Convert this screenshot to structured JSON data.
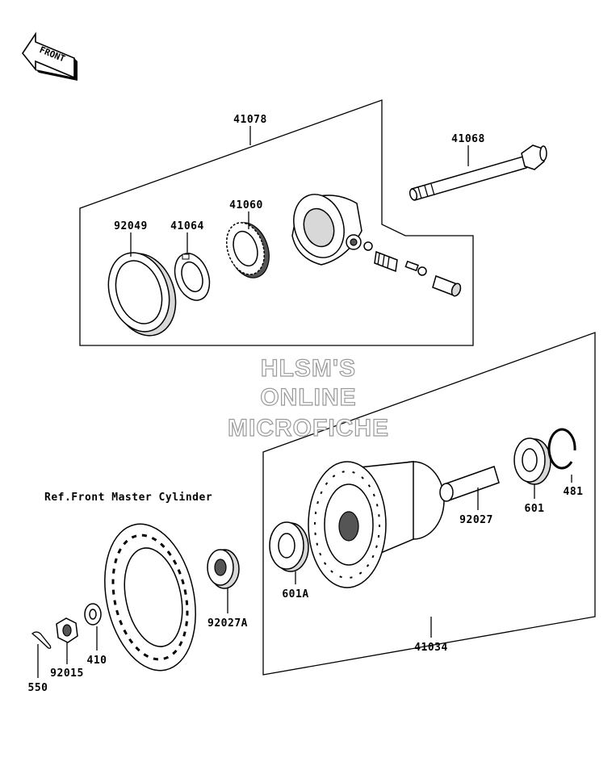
{
  "front_arrow_label": "FRONT",
  "watermark": [
    "HLSM'S",
    "ONLINE",
    "MICROFICHE"
  ],
  "reference_note": "Ref.Front Master Cylinder",
  "callouts": {
    "c41078": "41078",
    "c41068": "41068",
    "c92049": "92049",
    "c41064": "41064",
    "c41060": "41060",
    "c92027": "92027",
    "c601": "601",
    "c481": "481",
    "c601A": "601A",
    "c41034": "41034",
    "c92027A": "92027A",
    "c410": "410",
    "c92015": "92015",
    "c550": "550"
  }
}
